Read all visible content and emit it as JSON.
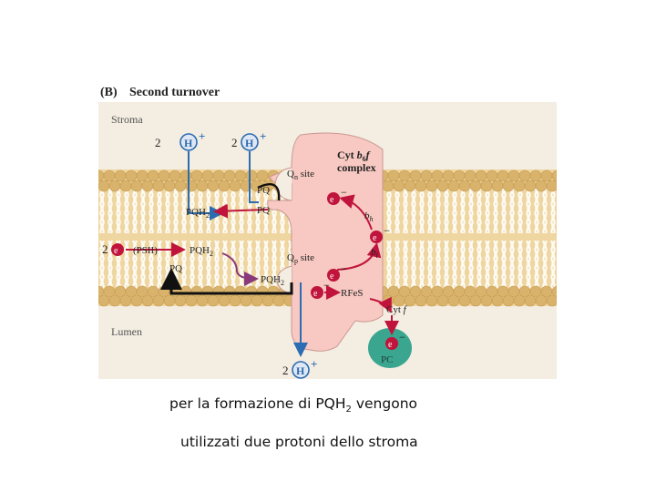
{
  "figure": {
    "panel_label": "(B)",
    "panel_title": "Second turnover",
    "stroma_label": "Stroma",
    "lumen_label": "Lumen",
    "complex_title_line1_a": "Cyt ",
    "complex_title_line1_b": "b",
    "complex_title_line1_sub": "6",
    "complex_title_line1_c": "f",
    "complex_title_line2": "complex",
    "qn_site_label": "Q",
    "qn_site_sub": "n",
    "qn_site_word": " site",
    "qp_site_label": "Q",
    "qp_site_sub": "p",
    "qp_site_word": " site",
    "proton_count_2": "2",
    "proton_symbol": "H",
    "plus": "+",
    "electron_symbol": "e",
    "minus": "−",
    "pq_label": "PQ",
    "pq2_label": "PQ",
    "pq3_label": "PQ",
    "pqh2_label": "PQH",
    "pqh2_sub": "2",
    "psii_label": "(PSII)",
    "bh_label": "b",
    "bh_sub": "h",
    "bl_label": "b",
    "bl_sub": "l",
    "rfes_label": "RFeS",
    "cytf_label": "Cyt ",
    "cytf_f": "f",
    "pc_label": "PC"
  },
  "colors": {
    "membrane_band": "#efd6a0",
    "lipid_head": "#d9b36c",
    "complex_fill": "#f7c9c2",
    "pc_fill": "#3aa68f",
    "arrow_red": "#c0143c",
    "arrow_purple": "#8a3a7a",
    "arrow_blue": "#2c6cb0",
    "panel_bg": "#f4ede2"
  },
  "caption": {
    "line1_a": "per la formazione di PQH",
    "line1_sub": "2",
    "line1_b": " vengono",
    "line2": "utilizzati due protoni dello stroma"
  }
}
